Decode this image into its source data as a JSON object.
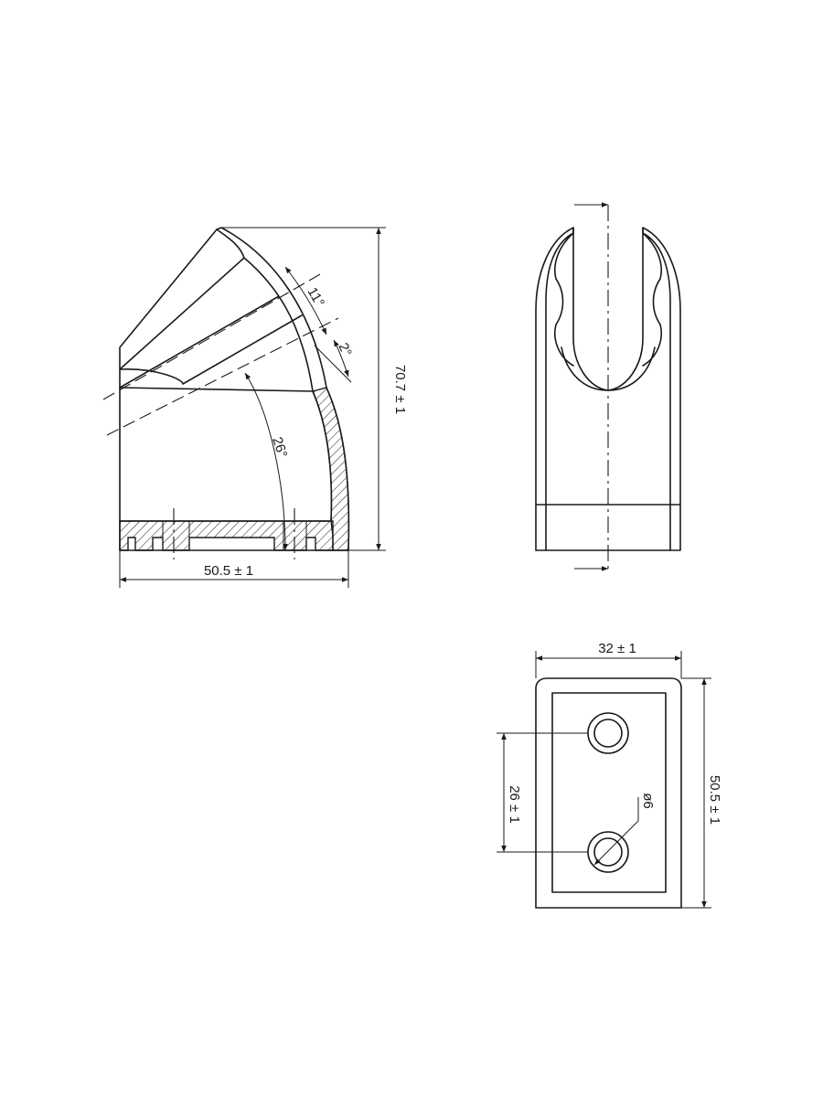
{
  "side_view": {
    "width_dim": "50.5 ± 1",
    "height_dim": "70.7 ± 1",
    "angle_1": "11°",
    "angle_2": "2°",
    "angle_3": "26°"
  },
  "front_view": {},
  "bottom_view": {
    "width_dim": "32 ± 1",
    "height_dim": "50.5 ± 1",
    "hole_spacing_dim": "26 ± 1",
    "hole_dia": "ø6"
  }
}
